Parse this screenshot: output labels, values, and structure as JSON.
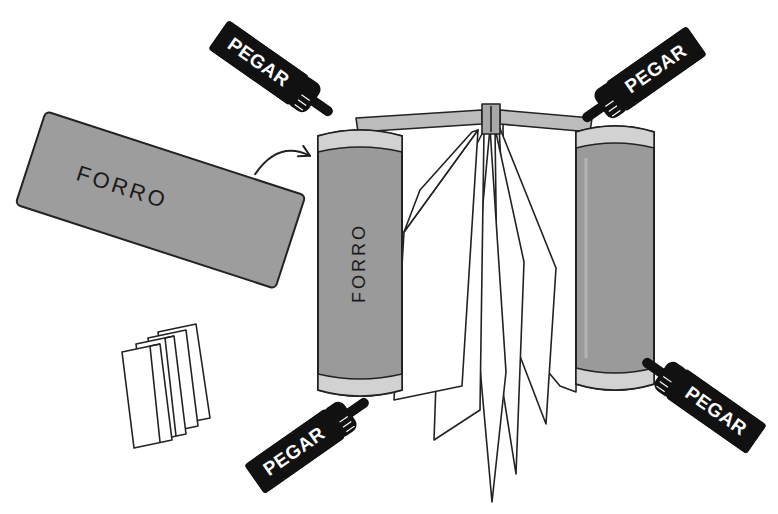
{
  "diagram": {
    "nodes": [
      {
        "text": [
          "PEGAR"
        ]
      },
      {
        "text": [
          "PEGAR"
        ]
      },
      {
        "text": [
          "FORRO"
        ]
      },
      {
        "text": [
          "FORRO"
        ]
      },
      {
        "text": [
          "PEGAR"
        ]
      },
      {
        "text": [
          "PEGAR"
        ]
      }
    ],
    "edges": [
      {
        "from": 2,
        "to": 3,
        "arrow": "to"
      }
    ]
  }
}
